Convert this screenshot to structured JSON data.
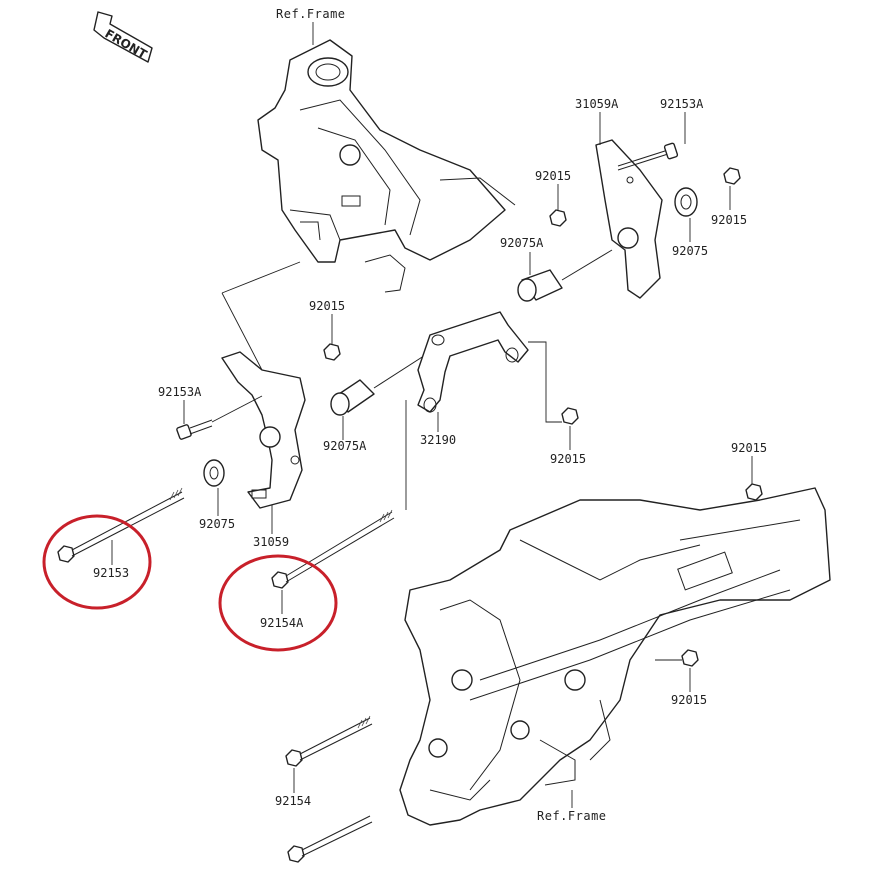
{
  "front_label": "FRONT",
  "frame_ref_top": "Ref.Frame",
  "frame_ref_bottom": "Ref.Frame",
  "parts": {
    "p31059A": "31059A",
    "p92153A_top": "92153A",
    "p92015_a": "92015",
    "p92015_b": "92015",
    "p92075A_top": "92075A",
    "p92075_top": "92075",
    "p92015_c": "92015",
    "p92153A_left": "92153A",
    "p92075A_mid": "92075A",
    "p32190": "32190",
    "p92015_d": "92015",
    "p92075_left": "92075",
    "p31059": "31059",
    "p92153": "92153",
    "p92154A": "92154A",
    "p92015_e": "92015",
    "p92015_f": "92015",
    "p92154": "92154"
  },
  "highlight_color": "#c8202a"
}
